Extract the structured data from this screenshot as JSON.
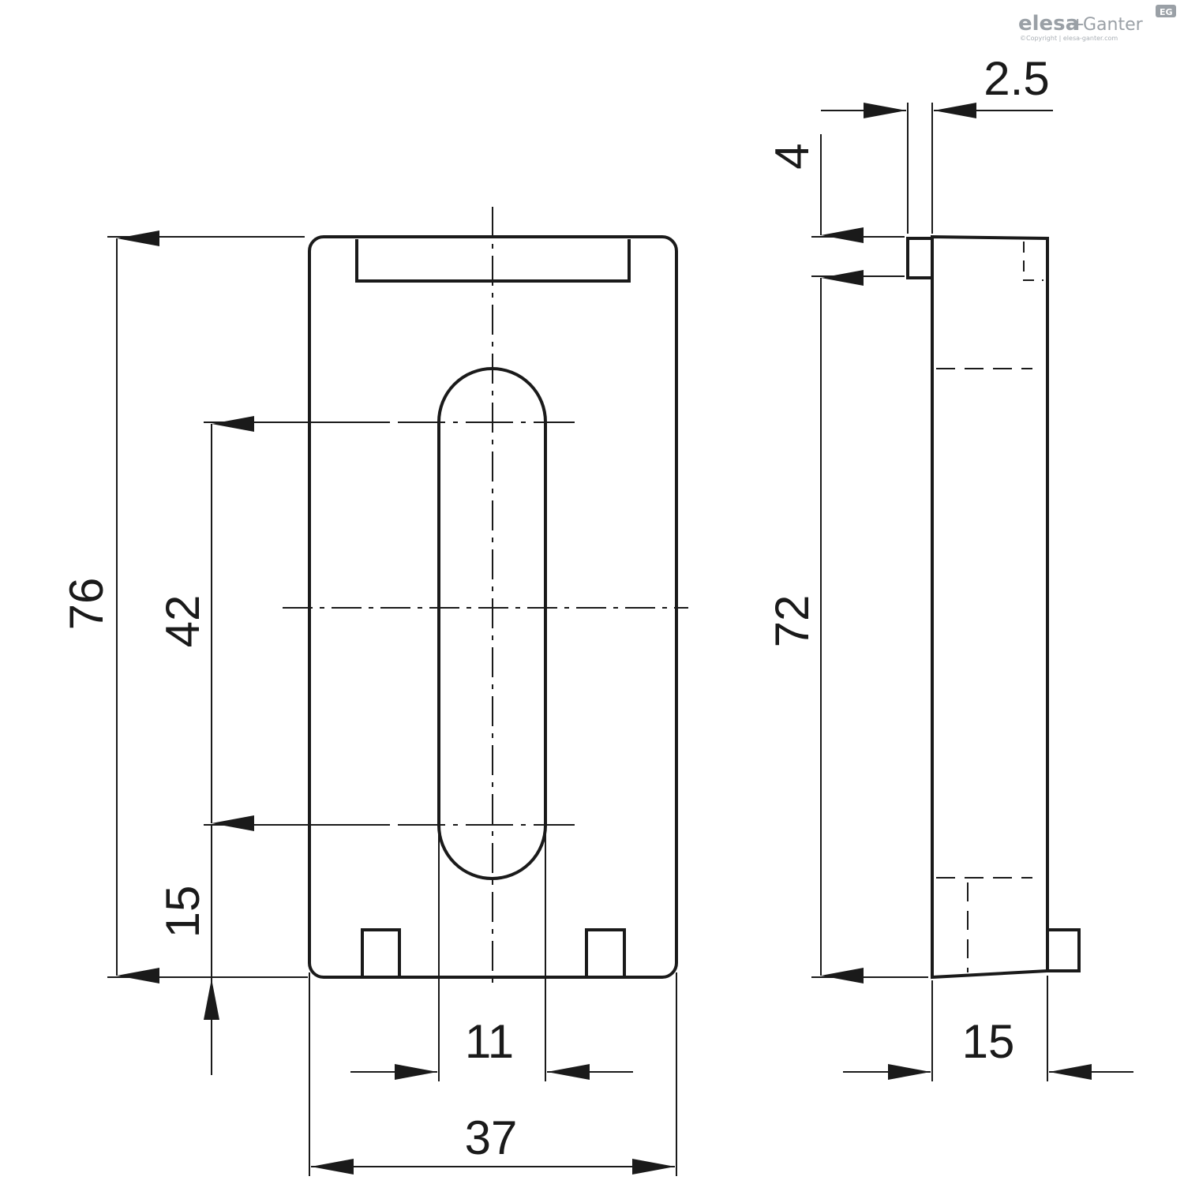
{
  "logo": {
    "brand": "elesa",
    "plus": "+",
    "name": "Ganter",
    "copyright": "©Copyright | elesa-ganter.com",
    "badge": "EG"
  },
  "dimensions": {
    "overall_height": "76",
    "slot_spacing": "42",
    "bottom_offset": "15",
    "slot_width": "11",
    "overall_width": "37",
    "side_height": "72",
    "top_lip": "4",
    "lip_thickness": "2.5",
    "side_depth": "15"
  },
  "colors": {
    "line": "#1a1a1a",
    "logo": "#9aa0a6"
  }
}
